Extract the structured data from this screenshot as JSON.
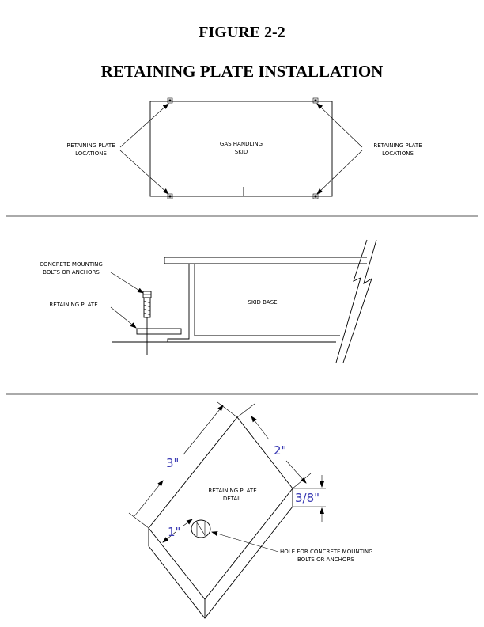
{
  "header": {
    "figure_label": "FIGURE 2-2",
    "title": "RETAINING PLATE INSTALLATION"
  },
  "top_view": {
    "skid_label_line1": "GAS HANDLING",
    "skid_label_line2": "SKID",
    "left_callout_line1": "RETAINING PLATE",
    "left_callout_line2": "LOCATIONS",
    "right_callout_line1": "RETAINING PLATE",
    "right_callout_line2": "LOCATIONS"
  },
  "side_view": {
    "bolts_callout_line1": "CONCRETE MOUNTING",
    "bolts_callout_line2": "BOLTS OR ANCHORS",
    "plate_callout": "RETAINING PLATE",
    "skid_base_label": "SKID BASE"
  },
  "detail_view": {
    "dim_length": "3\"",
    "dim_width": "2\"",
    "dim_thickness": "3/8\"",
    "dim_hole_offset": "1\"",
    "detail_label_line1": "RETAINING PLATE",
    "detail_label_line2": "DETAIL",
    "hole_callout_line1": "HOLE FOR CONCRETE MOUNTING",
    "hole_callout_line2": "BOLTS OR ANCHORS"
  },
  "colors": {
    "line": "#000000",
    "dimension_text": "#3b3bb4"
  }
}
